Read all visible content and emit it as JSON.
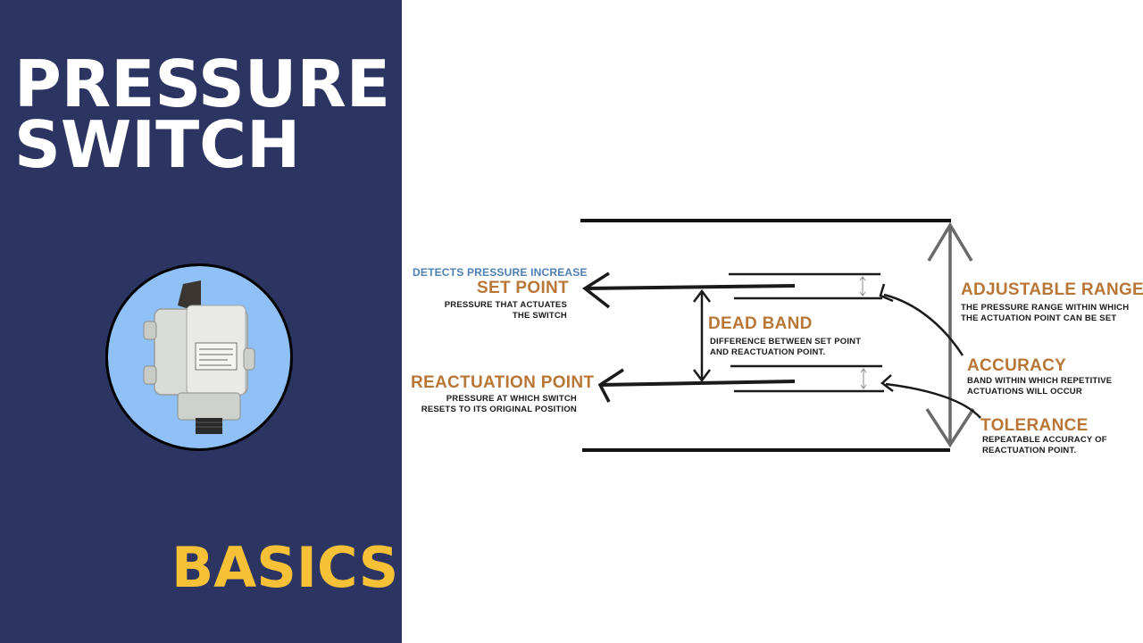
{
  "title": {
    "line1": "PRESSURE",
    "line2": "SWITCH",
    "subtitle": "BASICS"
  },
  "colors": {
    "panel": "#2c3561",
    "accent": "#f6c136",
    "label_orange": "#b87736",
    "label_blue": "#4d7fb3"
  },
  "photo": {
    "icon": "pressure-switch-device-icon"
  },
  "diagram": {
    "detects": "DETECTS PRESSURE INCREASE",
    "set_point": {
      "title": "SET POINT",
      "desc_line1": "PRESSURE THAT ACTUATES",
      "desc_line2": "THE SWITCH"
    },
    "reactuation_point": {
      "title": "REACTUATION POINT",
      "desc_line1": "PRESSURE AT WHICH SWITCH",
      "desc_line2": "RESETS TO ITS ORIGINAL POSITION"
    },
    "dead_band": {
      "title": "DEAD BAND",
      "desc_line1": "DIFFERENCE BETWEEN SET POINT",
      "desc_line2": "AND REACTUATION POINT."
    },
    "adjustable_range": {
      "title": "ADJUSTABLE RANGE",
      "desc_line1": "THE PRESSURE RANGE WITHIN WHICH",
      "desc_line2": "THE ACTUATION POINT CAN BE SET"
    },
    "accuracy": {
      "title": "ACCURACY",
      "desc_line1": "BAND WITHIN WHICH REPETITIVE",
      "desc_line2": "ACTUATIONS WILL OCCUR"
    },
    "tolerance": {
      "title": "TOLERANCE",
      "desc_line1": "REPEATABLE ACCURACY OF",
      "desc_line2": "REACTUATION POINT."
    }
  }
}
